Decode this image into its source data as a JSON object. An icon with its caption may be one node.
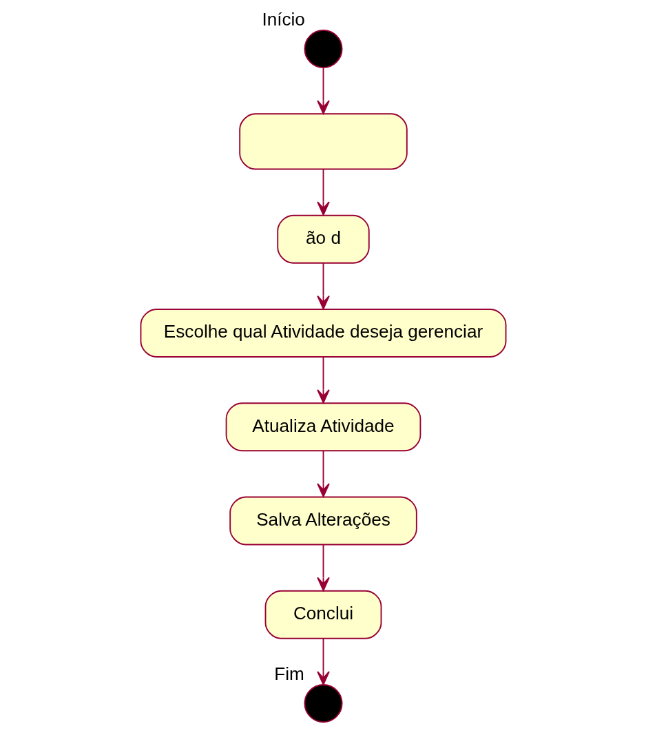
{
  "diagram": {
    "nodes": [
      {
        "text": [],
        "shape": "circle",
        "beside": [
          "Início"
        ]
      },
      {
        "text": [],
        "shape": "box"
      },
      {
        "text": [
          "ão d"
        ]
      },
      {
        "text": [
          "Escolhe qual Atividade deseja gerenciar"
        ]
      },
      {
        "text": [
          "Atualiza Atividade"
        ]
      },
      {
        "text": [
          "Salva Alterações"
        ]
      },
      {
        "text": [
          "Conclui"
        ]
      },
      {
        "text": [],
        "shape": "circle",
        "beside": [
          "Fim"
        ]
      }
    ],
    "edges": [
      {
        "from": 0,
        "to": 1,
        "arrow": "to"
      },
      {
        "from": 1,
        "to": 2,
        "arrow": "to"
      },
      {
        "from": 2,
        "to": 3,
        "arrow": "to"
      },
      {
        "from": 3,
        "to": 4,
        "arrow": "to"
      },
      {
        "from": 4,
        "to": 5,
        "arrow": "to"
      },
      {
        "from": 5,
        "to": 6,
        "arrow": "to"
      },
      {
        "from": 6,
        "to": 7,
        "arrow": "to"
      }
    ]
  }
}
